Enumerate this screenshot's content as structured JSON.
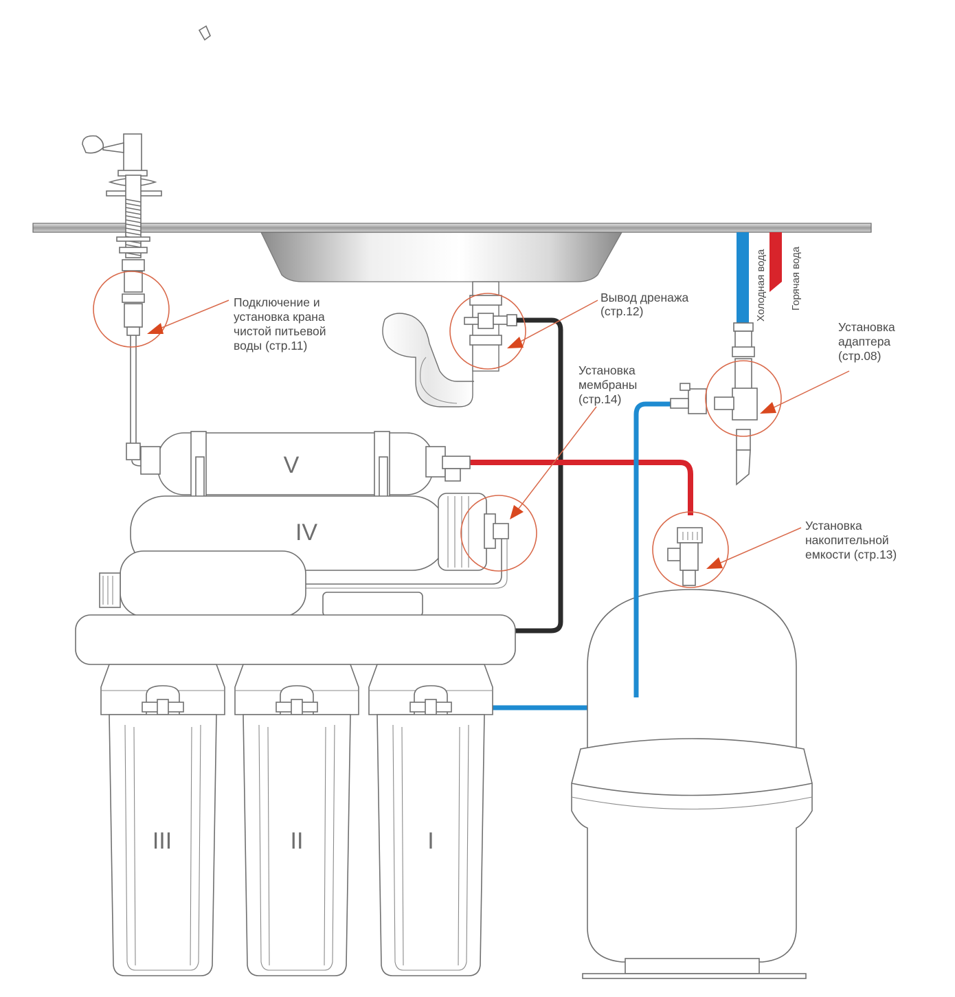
{
  "labels": {
    "faucet": [
      "Подключение и",
      "установка крана",
      "чистой питьевой",
      "воды (стр.11)"
    ],
    "drain": [
      "Вывод дренажа",
      "(стр.12)"
    ],
    "membrane": [
      "Установка",
      "мембраны",
      "(стр.14)"
    ],
    "adapter": [
      "Установка",
      "адаптера",
      "(стр.08)"
    ],
    "tank": [
      "Установка",
      "накопительной",
      "емкости (стр.13)"
    ],
    "cold_water": "Холодная вода",
    "hot_water": "Горячая вода"
  },
  "stages": [
    "V",
    "IV",
    "III",
    "II",
    "I"
  ],
  "colors": {
    "cold_pipe": "#1e8bd1",
    "hot_pipe": "#d8242b",
    "drain_pipe": "#2b2b2b",
    "callout": "#d9694a",
    "arrow": "#d9481f"
  }
}
